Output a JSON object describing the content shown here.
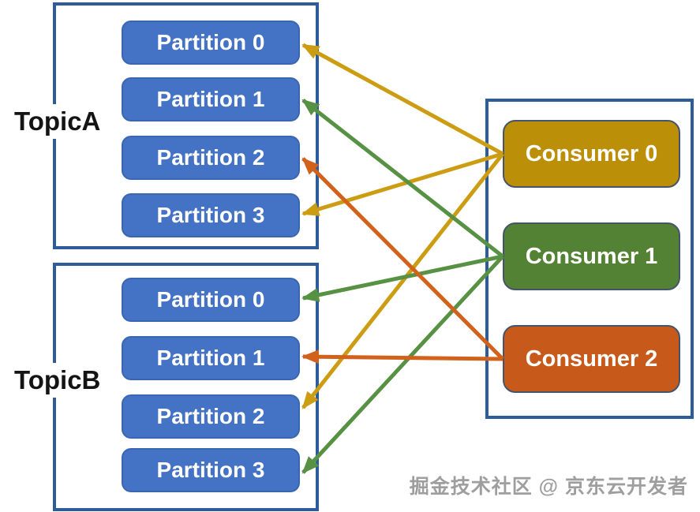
{
  "topics": [
    {
      "label": "TopicA",
      "partitions": [
        "Partition 0",
        "Partition 1",
        "Partition 2",
        "Partition 3"
      ]
    },
    {
      "label": "TopicB",
      "partitions": [
        "Partition 0",
        "Partition 1",
        "Partition 2",
        "Partition 3"
      ]
    }
  ],
  "consumer_group": {
    "consumers": [
      {
        "label": "Consumer 0",
        "fill": "#BC8F08",
        "arrow_color": "#CC9D13"
      },
      {
        "label": "Consumer 1",
        "fill": "#548235",
        "arrow_color": "#579143"
      },
      {
        "label": "Consumer 2",
        "fill": "#C75A1B",
        "arrow_color": "#D2611C"
      }
    ]
  },
  "edges": [
    {
      "consumer": 0,
      "topic": 0,
      "partition": 0
    },
    {
      "consumer": 0,
      "topic": 0,
      "partition": 3
    },
    {
      "consumer": 0,
      "topic": 1,
      "partition": 2
    },
    {
      "consumer": 1,
      "topic": 0,
      "partition": 1
    },
    {
      "consumer": 1,
      "topic": 1,
      "partition": 0
    },
    {
      "consumer": 1,
      "topic": 1,
      "partition": 3
    },
    {
      "consumer": 2,
      "topic": 0,
      "partition": 2
    },
    {
      "consumer": 2,
      "topic": 1,
      "partition": 1
    }
  ],
  "colors": {
    "partition_fill": "#4472C4",
    "partition_border": "#3A66B0",
    "group_border": "#2E5B9A",
    "consumer_border": "#44546A",
    "topic_label_text": "#141414",
    "watermark_text": "#9E9E9E"
  },
  "watermark": "掘金技术社区 @ 京东云开发者"
}
